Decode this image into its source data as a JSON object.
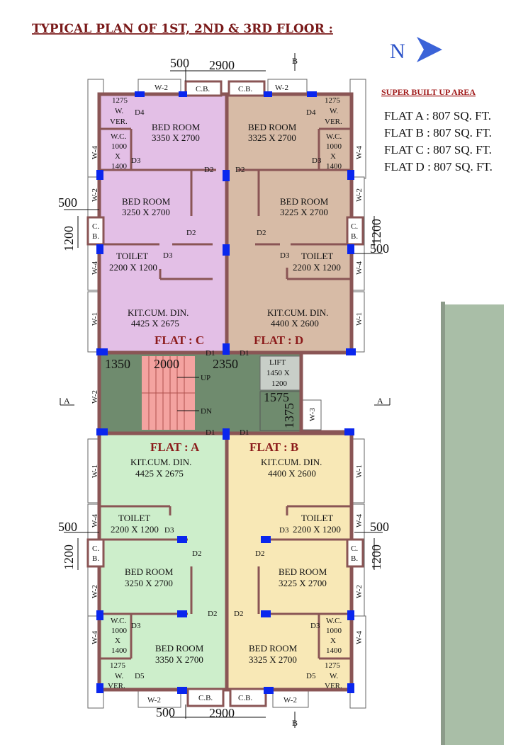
{
  "title": "TYPICAL  PLAN OF 1ST, 2ND & 3RD FLOOR :",
  "north": "N",
  "area_heading": "SUPER BUILT UP AREA",
  "areas": [
    "FLAT A : 807 SQ. FT.",
    "FLAT B : 807 SQ. FT.",
    "FLAT C : 807 SQ. FT.",
    "FLAT D : 807 SQ. FT."
  ],
  "section_labels": {
    "b_top": "B",
    "b_bottom": "B",
    "a_left": "A",
    "a_right": "A"
  },
  "flats": {
    "a": "FLAT : A",
    "b": "FLAT : B",
    "c": "FLAT : C",
    "d": "FLAT : D"
  },
  "dims": {
    "d500": "500",
    "d2900": "2900",
    "d1200": "1200",
    "d1350": "1350",
    "d2000": "2000",
    "d2350": "2350",
    "d1575": "1575",
    "d1375": "1375"
  },
  "rooms": {
    "bed": "BED ROOM",
    "kit": "KIT.CUM. DIN.",
    "toilet": "TOILET",
    "lift": "LIFT",
    "cb": "C.B.",
    "c": "C.",
    "b": "B.",
    "wc": "W.C.",
    "w": "W.",
    "ver": "VER.",
    "up": "UP",
    "dn": "DN",
    "s3350": "3350 X 2700",
    "s3325": "3325 X 2700",
    "s3250": "3250 X 2700",
    "s3225": "3225 X 2700",
    "s3250b": "3250 X  2700",
    "s3225b": "3225 X  2700",
    "s4425": "4425 X 2675",
    "s4400": "4400 X 2600",
    "s2200": "2200 X 1200",
    "s1450": "1450 X",
    "s1200": "1200",
    "n1275": "1275",
    "n1000": "1000",
    "n1400": "1400",
    "x": "X"
  },
  "tags": {
    "d1": "D1",
    "d2": "D2",
    "d3": "D3",
    "d4": "D4",
    "d5": "D5",
    "w1": "W-1",
    "w2": "W-2",
    "w3": "W-3",
    "w4": "W-4"
  },
  "colors": {
    "flat_c": "#e3bfe6",
    "flat_d": "#d7bba6",
    "flat_a": "#cdeecb",
    "flat_b": "#f8e8b6",
    "stair_bg": "#6f8b6e",
    "stair_red": "#f4a3a0",
    "wall": "#8a5555",
    "door": "#0a26ee",
    "side_panel": "#a9bea7"
  }
}
